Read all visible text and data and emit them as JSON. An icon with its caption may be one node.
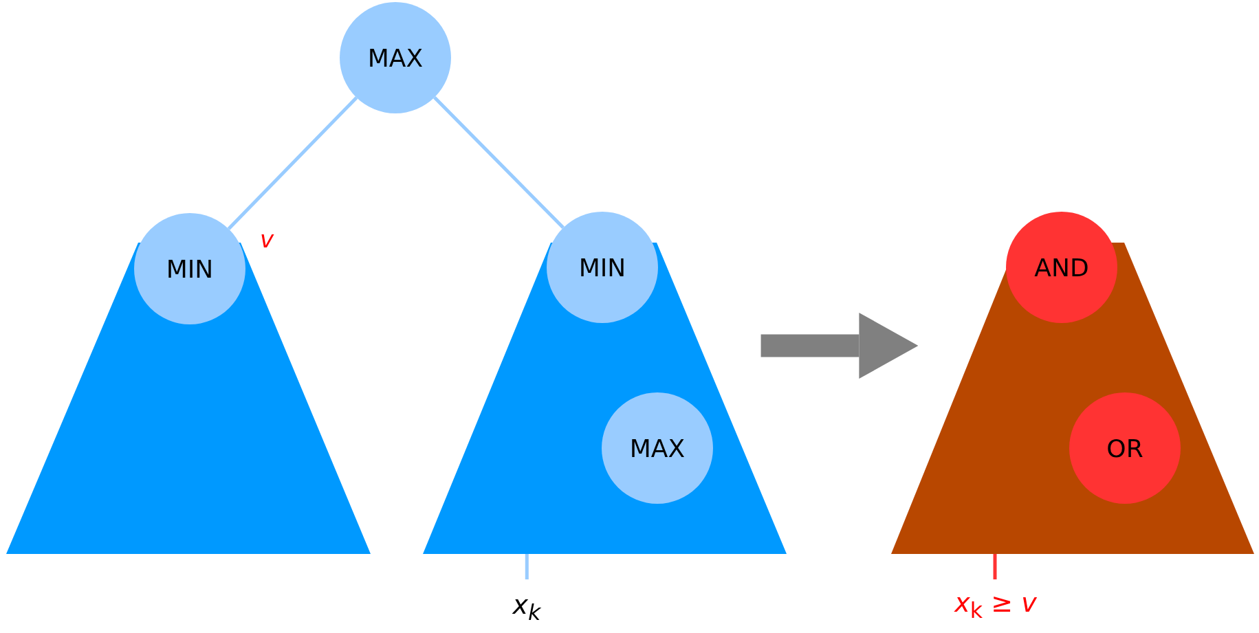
{
  "diagram": {
    "nodes": [
      {
        "text": [
          "MAX"
        ]
      },
      {
        "text": [
          "MIN"
        ]
      },
      {
        "text": [],
        "shape": "triangle"
      },
      {
        "text": [
          "MIN"
        ]
      },
      {
        "text": [],
        "shape": "triangle"
      },
      {
        "text": [
          "MAX"
        ],
        "in": 4
      },
      {
        "text": [
          "AND"
        ]
      },
      {
        "text": [],
        "shape": "triangle"
      },
      {
        "text": [
          "OR"
        ],
        "in": 7
      },
      {
        "text": [
          "x$_{k}$"
        ]
      },
      {
        "text": [
          "*x*$_{k}$ ≥ *v*"
        ]
      }
    ],
    "edges": [
      {
        "from": 0,
        "to": 1,
        "arrow": "none"
      },
      {
        "from": 0,
        "to": 3,
        "arrow": "none"
      },
      {
        "from": 4,
        "to": 7,
        "arrow": "to",
        "style": "thick",
        "color": "#808080"
      },
      {
        "from": 4,
        "to": 9,
        "arrow": "none"
      },
      {
        "from": 7,
        "to": 10,
        "arrow": "none",
        "color": "#ff3333"
      }
    ],
    "labels": [
      "v"
    ]
  }
}
